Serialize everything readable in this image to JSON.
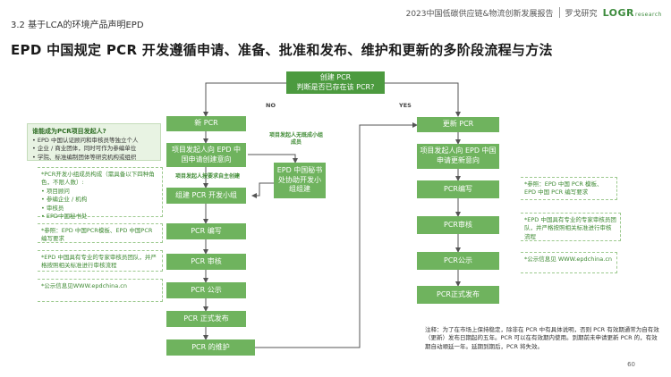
{
  "header": {
    "report_title": "2023中国低碳供应链&物流创新发展报告",
    "brand_cn": "罗戈研究",
    "brand_logo": "LOGR",
    "brand_logo_sub": "research"
  },
  "section": "3.2 基于LCA的环境产品声明EPD",
  "title": "EPD 中国规定 PCR 开发遵循申请、准备、批准和发布、维护和更新的多阶段流程与方法",
  "flow": {
    "start_line1": "创建 PCR",
    "start_line2": "判断是否已存在该 PCR?",
    "no_label": "NO",
    "yes_label": "YES",
    "left_steps": [
      "新 PCR",
      "项目发起人向 EPD 中国申请创建意向",
      "组建 PCR 开发小组",
      "PCR 编写",
      "PCR 审核",
      "PCR 公示",
      "PCR 正式发布",
      "PCR 的维护"
    ],
    "secretariat_box": "EPD 中国秘书处协助开发小组组建",
    "label_sponsor_invalid": "项目发起人无既成小组成员",
    "label_sponsor_self": "项目发起人按要求自主创建",
    "right_steps": [
      "更新 PCR",
      "项目发起人向 EPD 中国申请更新意向",
      "PCR编写",
      "PCR审核",
      "PCR公示",
      "PCR正式发布"
    ]
  },
  "who": {
    "question": "谁能成为PCR项目发起人?",
    "items": [
      "EPD 中国认证顾问和审核员等独立个人",
      "企业 / 商业团体，同时可作为参编单位",
      "学院、标准编制团体等研究机构或组织"
    ]
  },
  "left_notes": {
    "group": [
      "*PCR开发小组成员构成（需具备以下四种角色，不限人数）:",
      "项目顾问",
      "参编企业 / 机构",
      "审核员",
      "EPD中国秘书处"
    ],
    "ref": "*参照：EPD 中国PCR模板、EPD 中国PCR 编写要求",
    "review": "*EPD 中国具有专业的专家审核员团队，并严格按照相关标准进行审核流程",
    "publish": "*公示信息见WWW.epdchina.cn"
  },
  "right_notes": {
    "ref": "*参照：EPD 中国 PCR 模板、EPD 中国 PCR 编写要求",
    "review": "*EPD 中国具有专业的专家审核员团队，并严格按照相关标准进行审核流程",
    "publish": "*公示信息见 WWW.epdchina.cn"
  },
  "footnote": "注释：为了在市场上保持稳定，除非在 PCR 中有具体说明，否则 PCR 有效期通常为自有效（更新）发布日期起的五年。PCR 可以在有效期内使用。到期前未申请更新 PCR 的，有效期自动顺延一年。延期到期后，PCR 将失效。",
  "page_number": "60",
  "colors": {
    "box": "#6fb35e",
    "note_text": "#3e8a33",
    "note_border": "#9cc98e"
  }
}
